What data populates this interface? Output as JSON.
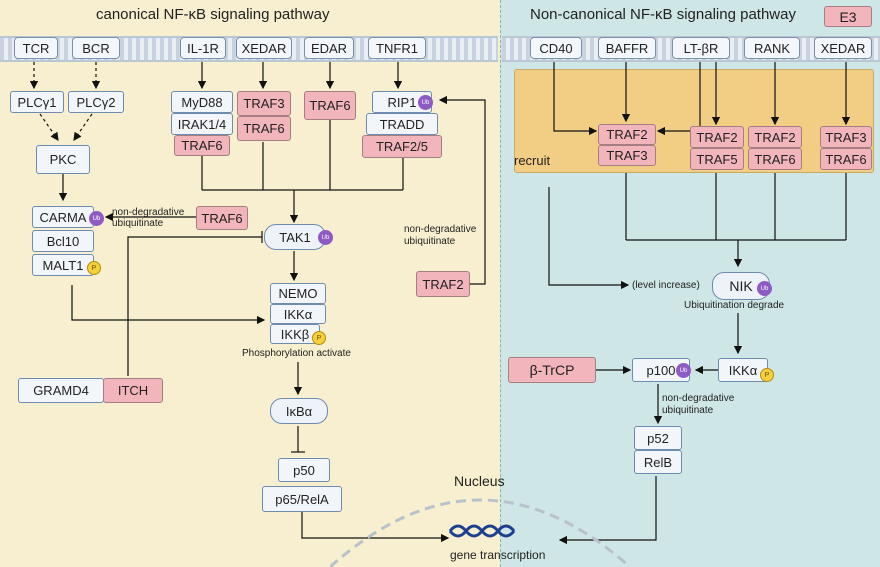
{
  "titles": {
    "canonical": "canonical NF-κB signaling pathway",
    "noncanonical": "Non-canonical NF-κB signaling pathway"
  },
  "legend": {
    "e3": "E3"
  },
  "colors": {
    "left_bg": "#f7efcf",
    "right_bg": "#cfe6e6",
    "e3_fill": "#f2b5bc",
    "recruit_fill": "#f2cd84",
    "ub_fill": "#8e5bc4",
    "p_fill": "#f4d03f",
    "dna": "#1d3f8f"
  },
  "receptors_left": {
    "tcr": "TCR",
    "bcr": "BCR",
    "il1r": "IL-1R",
    "xedar": "XEDAR",
    "edar": "EDAR",
    "tnfr1": "TNFR1"
  },
  "receptors_right": {
    "cd40": "CD40",
    "baffr": "BAFFR",
    "ltbr": "LT-βR",
    "rank": "RANK",
    "xedar": "XEDAR"
  },
  "left": {
    "plcg1": "PLCγ1",
    "plcg2": "PLCγ2",
    "pkc": "PKC",
    "carma": "CARMA",
    "bcl10": "Bcl10",
    "malt1": "MALT1",
    "myd88": "MyD88",
    "irak": "IRAK1/4",
    "traf6_a": "TRAF6",
    "traf3_x": "TRAF3",
    "traf6_x": "TRAF6",
    "traf6_e": "TRAF6",
    "rip1": "RIP1",
    "tradd": "TRADD",
    "traf25": "TRAF2/5",
    "traf6_carma": "TRAF6",
    "tak1": "TAK1",
    "nemo": "NEMO",
    "ikka": "IKKα",
    "ikkb": "IKKβ",
    "ikba": "IκBα",
    "p50": "p50",
    "p65": "p65/RelA",
    "gramd4": "GRAMD4",
    "itch": "ITCH",
    "traf2": "TRAF2"
  },
  "right": {
    "traf2_a": "TRAF2",
    "traf3_a": "TRAF3",
    "traf2_b": "TRAF2",
    "traf5_b": "TRAF5",
    "traf2_c": "TRAF2",
    "traf6_c": "TRAF6",
    "traf3_d": "TRAF3",
    "traf6_d": "TRAF6",
    "recruit": "recruit",
    "nik": "NIK",
    "ikka": "IKKα",
    "p100": "p100",
    "btrcp": "β-TrCP",
    "p52": "p52",
    "relb": "RelB"
  },
  "annotations": {
    "nondeg_carma_1": "non-degradative",
    "nondeg_carma_2": "ubiquitinate",
    "nondeg_rip_1": "non-degradative",
    "nondeg_rip_2": "ubiquitinate",
    "phos": "Phosphorylation activate",
    "level": "(level increase)",
    "ubdeg": "Ubiquitination degrade",
    "nondeg_p100_1": "non-degradative",
    "nondeg_p100_2": "ubiquitinate"
  },
  "badges": {
    "ub": "Ub",
    "p": "P"
  },
  "nucleus": {
    "title": "Nucleus",
    "caption": "gene transcription"
  }
}
